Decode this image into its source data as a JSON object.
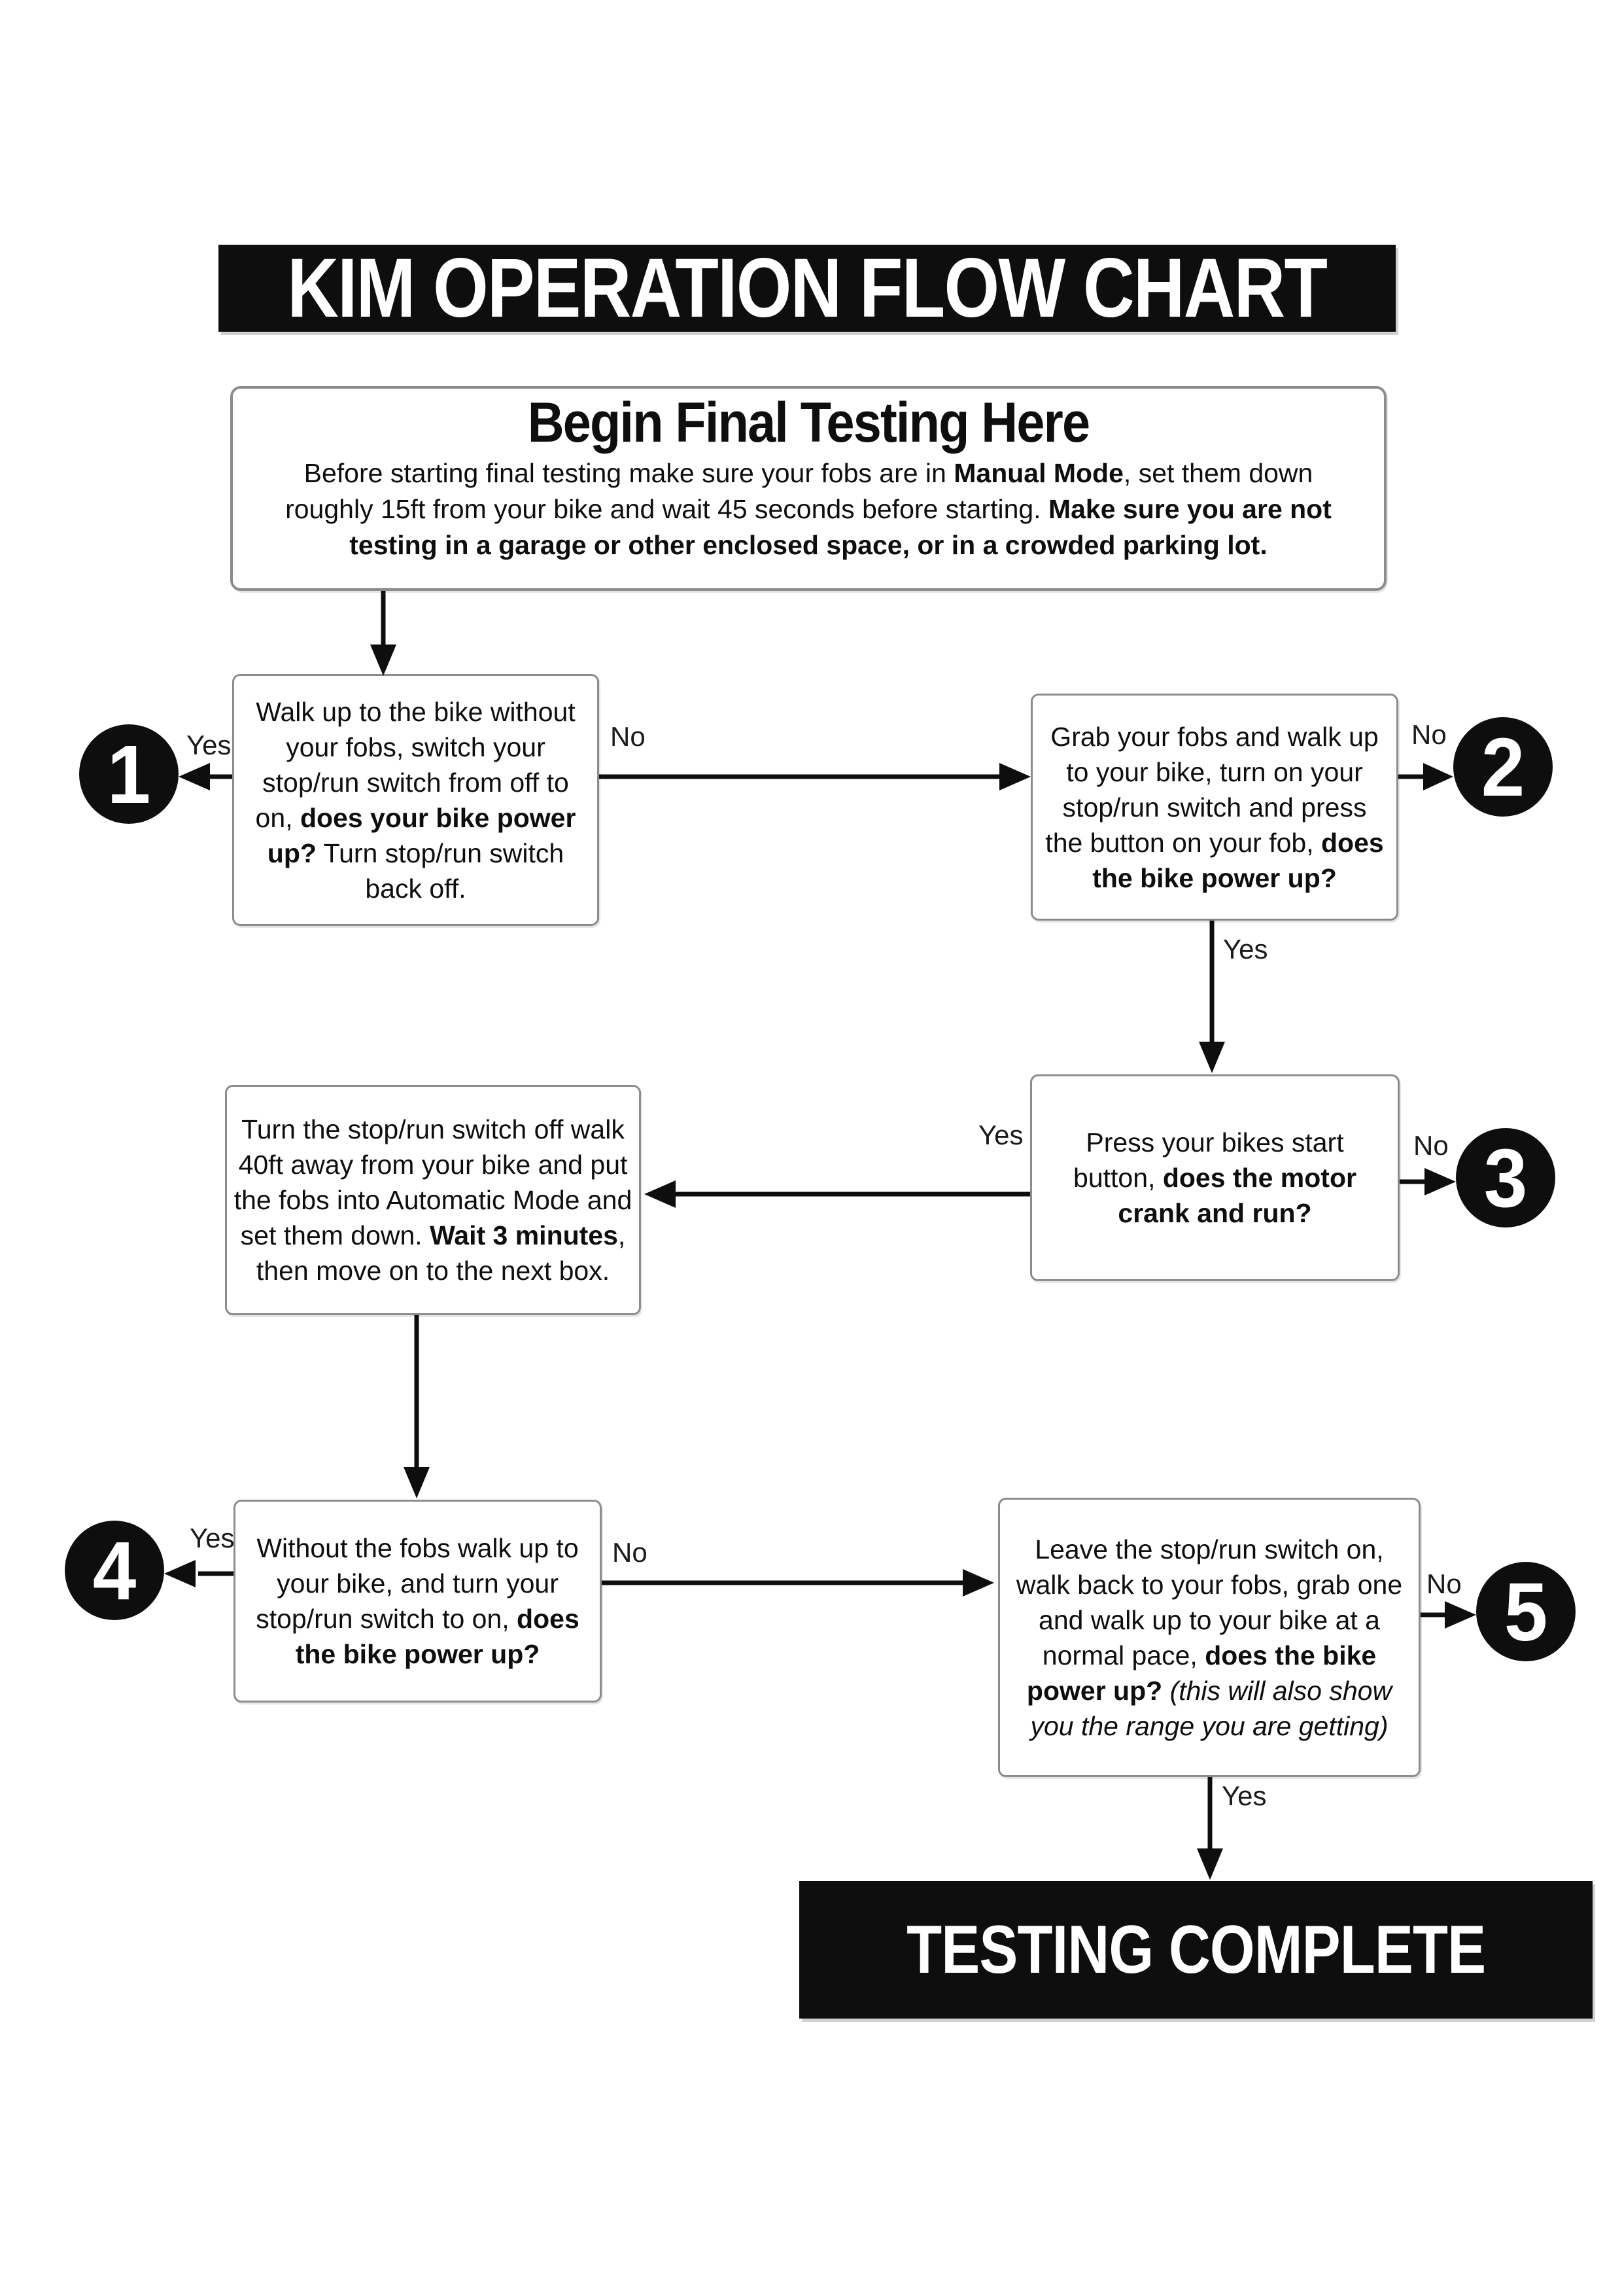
{
  "title": "KIM OPERATION FLOW CHART",
  "begin": {
    "heading": "Begin Final Testing Here",
    "body": [
      {
        "text": "Before starting final testing make sure your fobs are in "
      },
      {
        "text": "Manual Mode",
        "bold": true
      },
      {
        "text": ", set them down roughly 15ft from your bike and wait 45 seconds before starting. "
      },
      {
        "text": "Make sure you are not testing in a garage or other enclosed space, or in a crowded parking lot.",
        "bold": true
      }
    ]
  },
  "steps": {
    "s1": [
      {
        "text": "Walk up to the bike without your fobs, switch your stop/run switch from off to on, "
      },
      {
        "text": "does your bike power up?",
        "bold": true
      },
      {
        "text": " Turn stop/run switch back off."
      }
    ],
    "s2": [
      {
        "text": "Grab your fobs and walk up to your bike, turn on your stop/run switch and press the button on your fob, "
      },
      {
        "text": "does the bike power up?",
        "bold": true
      }
    ],
    "s3": [
      {
        "text": "Press your bikes start button, "
      },
      {
        "text": "does the motor crank and run?",
        "bold": true
      }
    ],
    "s4": [
      {
        "text": "Turn the stop/run switch off walk 40ft away from your bike and put the fobs into Automatic Mode and set them down. "
      },
      {
        "text": "Wait 3 minutes",
        "bold": true
      },
      {
        "text": ", then move on to the next box."
      }
    ],
    "s5": [
      {
        "text": "Without the fobs walk up to your bike, and turn your stop/run switch to on, "
      },
      {
        "text": "does the bike power up?",
        "bold": true
      }
    ],
    "s6": [
      {
        "text": "Leave the stop/run switch on, walk back to your fobs, grab one and walk up to your bike at a normal pace, "
      },
      {
        "text": "does the bike power up?",
        "bold": true
      },
      {
        "text": " "
      },
      {
        "text": "(this will also show you the range you are getting)",
        "italic": true
      }
    ]
  },
  "labels": {
    "yes": "Yes",
    "no": "No"
  },
  "circles": [
    "1",
    "2",
    "3",
    "4",
    "5"
  ],
  "end_label": "TESTING COMPLETE",
  "colors": {
    "ink": "#0e0e0e",
    "paper": "#ffffff",
    "border": "#8c8c8c"
  }
}
